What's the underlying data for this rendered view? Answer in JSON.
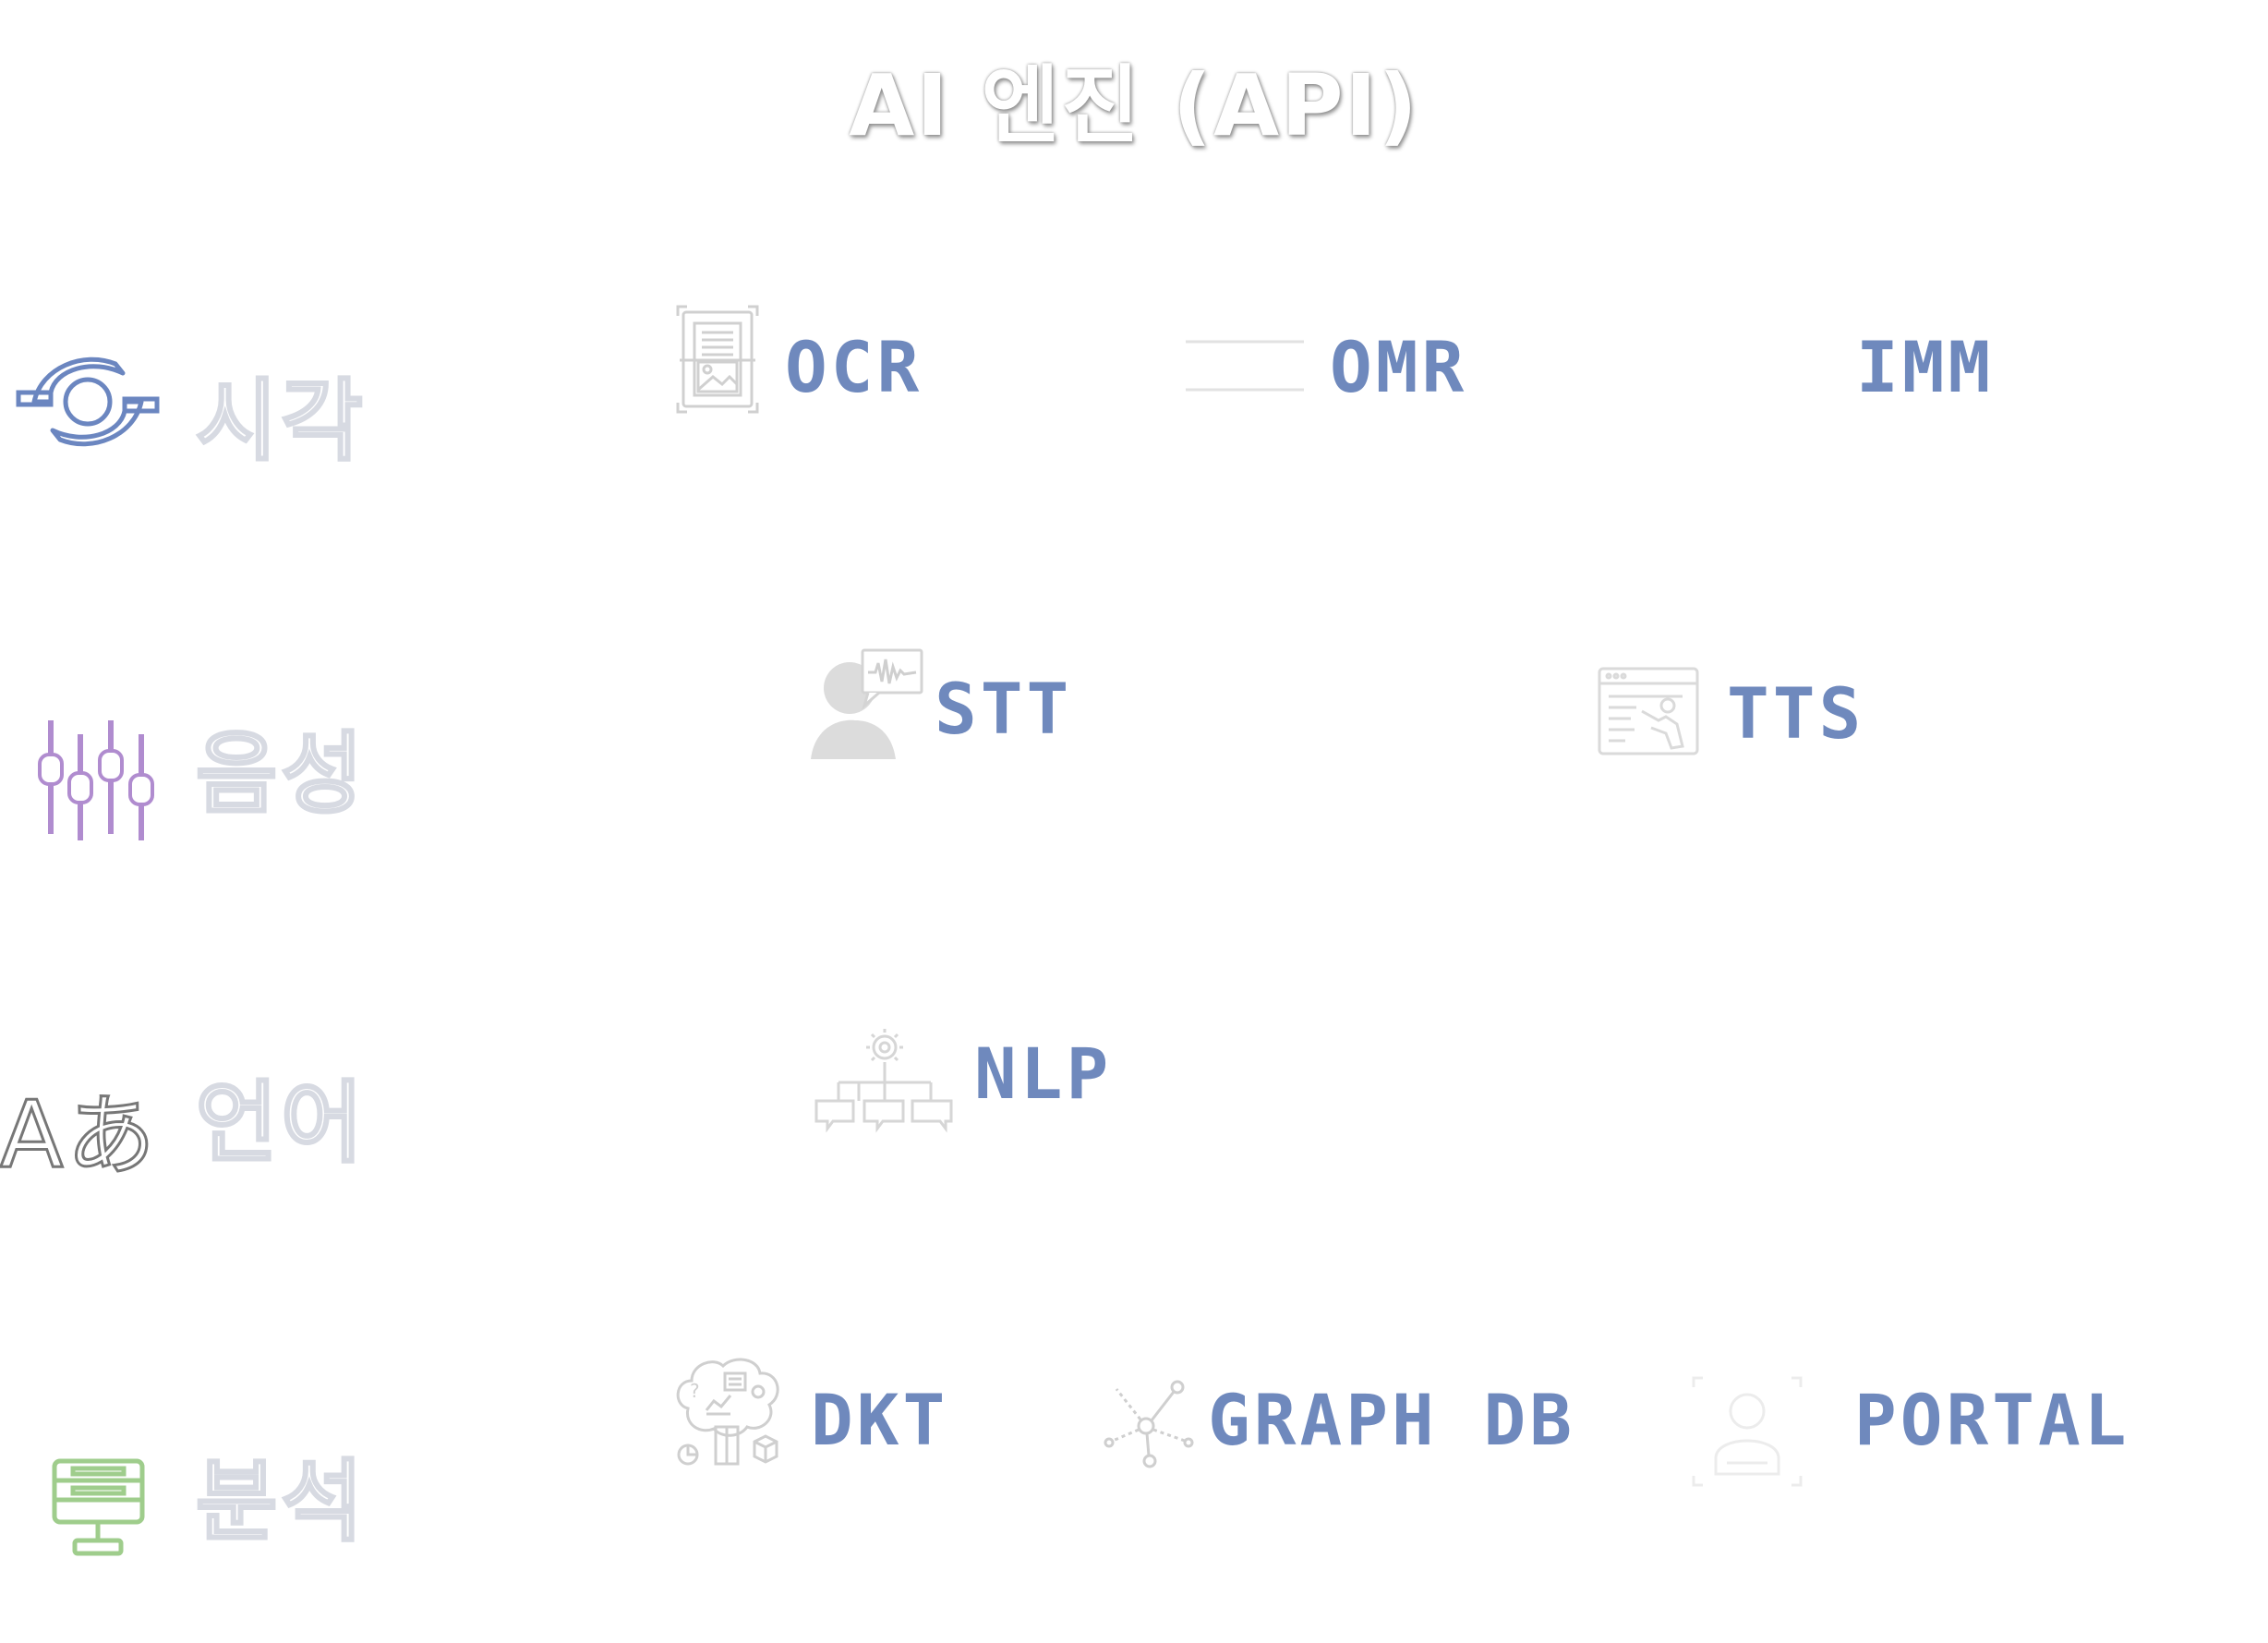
{
  "title": "AI 엔진 (API)",
  "categories": [
    {
      "label": "시각",
      "icon": "eye-cycle-icon",
      "color": "#6b86c0"
    },
    {
      "label": "음성",
      "icon": "audio-equalizer-icon",
      "color": "#b08ccf"
    },
    {
      "label": "언어",
      "icon": "language-translate-icon",
      "color": "#777777"
    },
    {
      "label": "분석",
      "icon": "analysis-monitor-icon",
      "color": "#9fcd8c"
    }
  ],
  "engines": {
    "ocr": {
      "label": "OCR",
      "icon": "document-scan-icon"
    },
    "omr": {
      "label": "OMR",
      "icon": "answer-sheet-icon"
    },
    "imm": {
      "label": "IMM"
    },
    "stt": {
      "label": "STT",
      "icon": "speaker-waveform-icon"
    },
    "tts": {
      "label": "TTS",
      "icon": "browser-presentation-icon"
    },
    "nlp": {
      "label": "NLP",
      "icon": "gear-hierarchy-icon"
    },
    "dkt": {
      "label": "DKT",
      "icon": "brain-analytics-icon"
    },
    "graph_db": {
      "label": "GRAPH DB",
      "icon": "graph-network-icon"
    },
    "portal": {
      "label": "PORTAL",
      "icon": "user-portal-icon"
    }
  },
  "colors": {
    "engine_text": "#6f89bd",
    "faded_icon": "#d8d8d8",
    "category_outline": "#d7dae2"
  }
}
